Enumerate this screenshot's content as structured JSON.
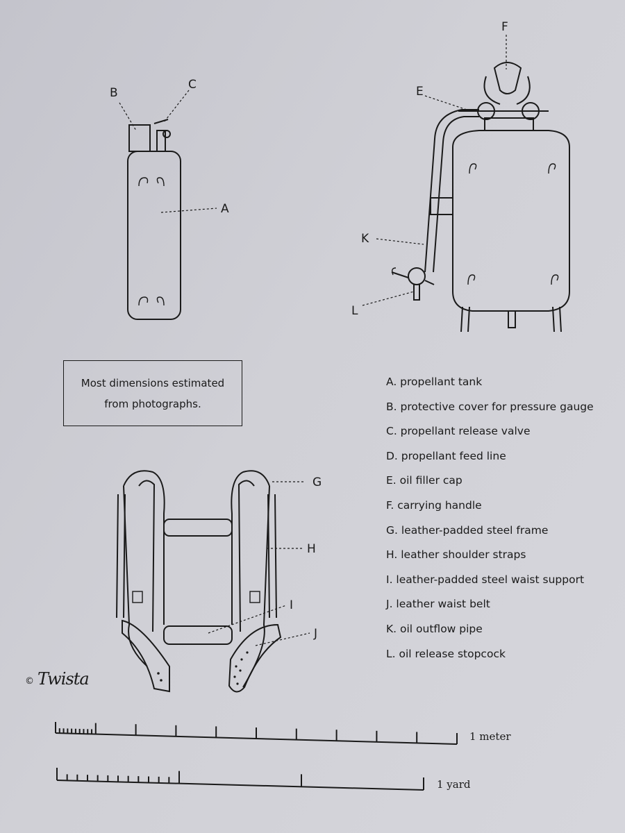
{
  "callouts": {
    "A": "A",
    "B": "B",
    "C": "C",
    "E": "E",
    "F": "F",
    "G": "G",
    "H": "H",
    "I": "I",
    "J": "J",
    "K": "K",
    "L": "L"
  },
  "note": {
    "line1": "Most dimensions estimated",
    "line2": "from photographs."
  },
  "legend": [
    "A. propellant tank",
    "B. protective cover for pressure gauge",
    "C. propellant release valve",
    "D. propellant feed line",
    "E. oil filler cap",
    "F. carrying handle",
    "G. leather-padded steel frame",
    "H. leather shoulder straps",
    "I. leather-padded steel waist support",
    "J. leather waist belt",
    "K. oil outflow pipe",
    "L. oil release stopcock"
  ],
  "signature": {
    "copyright": "©",
    "name": "Twista"
  },
  "scales": {
    "meter_label": "1 meter",
    "yard_label": "1 yard"
  }
}
